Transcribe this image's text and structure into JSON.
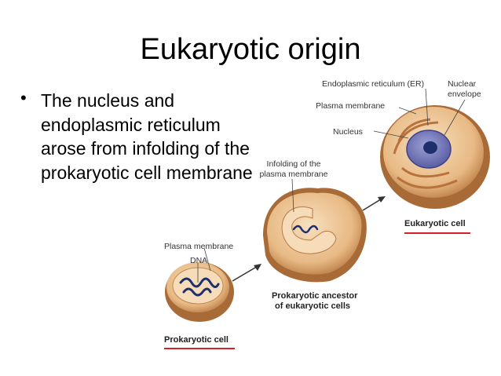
{
  "slide": {
    "title": "Eukaryotic origin",
    "bullet": "The nucleus and endoplasmic reticulum arose from infolding of the prokaryotic cell membrane"
  },
  "figure": {
    "labels": {
      "er": "Endoplasmic reticulum (ER)",
      "nuclear_envelope_1": "Nuclear",
      "nuclear_envelope_2": "envelope",
      "plasma_membrane_top": "Plasma membrane",
      "nucleus": "Nucleus",
      "infolding_1": "Infolding of the",
      "infolding_2": "plasma membrane",
      "plasma_membrane_bottom": "Plasma membrane",
      "dna": "DNA"
    },
    "captions": {
      "eukaryotic": "Eukaryotic cell",
      "ancestor_1": "Prokaryotic ancestor",
      "ancestor_2": "of eukaryotic cells",
      "prokaryotic": "Prokaryotic cell"
    }
  },
  "colors": {
    "cell_outer": "#c98f5a",
    "cell_inner": "#f1d3a8",
    "nucleus": "#6f73b5",
    "dna": "#1f2f6e",
    "accent": "#d5202a"
  }
}
